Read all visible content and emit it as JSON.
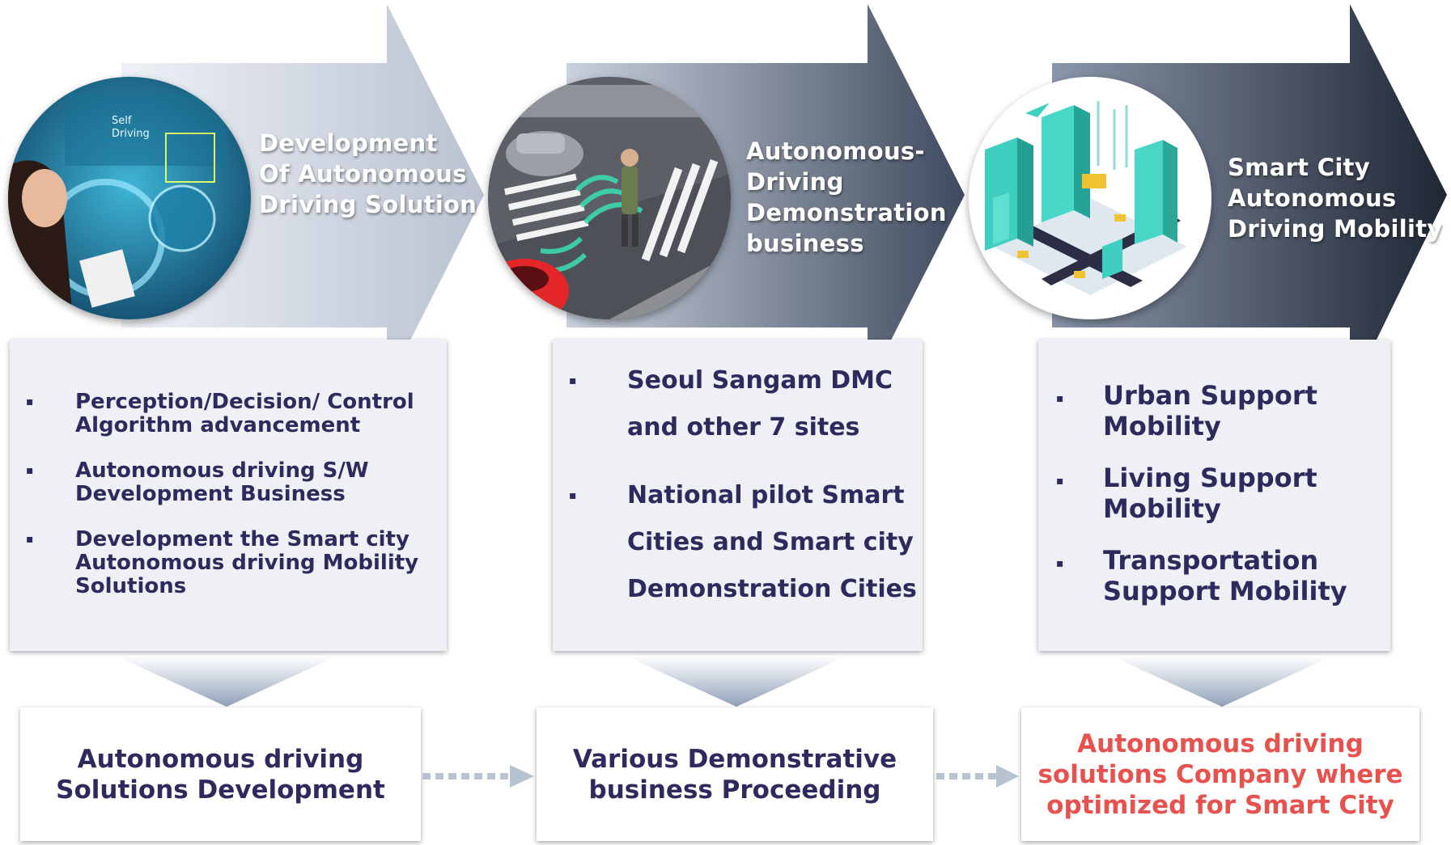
{
  "colors": {
    "text_dark": "#2e2a5e",
    "text_red": "#e8524e",
    "arrow_light": "#c9d0dc",
    "arrow_dark": "#27303f",
    "box_fill": "#eef0f5"
  },
  "stages": [
    {
      "title": [
        "Development",
        "Of Autonomous",
        "Driving Solution"
      ],
      "image_icon": "self-driving-car-interior",
      "image_text": [
        "Self",
        "Driving"
      ],
      "bullets": [
        [
          "Perception/Decision/ Control",
          "Algorithm advancement"
        ],
        [
          "Autonomous driving S/W",
          "Development Business"
        ],
        [
          "Development the Smart city",
          "Autonomous driving Mobility",
          "Solutions"
        ]
      ],
      "result": [
        "Autonomous driving",
        "Solutions Development"
      ]
    },
    {
      "title": [
        "Autonomous-",
        "Driving",
        "Demonstration",
        "business"
      ],
      "image_icon": "street-crossing-sensor",
      "bullets": [
        [
          "Seoul Sangam DMC",
          "and other 7 sites"
        ],
        [
          "National pilot Smart",
          "Cities and Smart city",
          "Demonstration Cities"
        ]
      ],
      "result": [
        "Various Demonstrative",
        "business Proceeding"
      ]
    },
    {
      "title": [
        "Smart City",
        "Autonomous",
        "Driving Mobility"
      ],
      "image_icon": "isometric-smart-city",
      "bullets": [
        [
          "Urban Support",
          "Mobility"
        ],
        [
          "Living Support",
          "Mobility"
        ],
        [
          "Transportation",
          "Support Mobility"
        ]
      ],
      "result": [
        "Autonomous driving",
        "solutions Company where",
        "optimized for Smart City"
      ]
    }
  ],
  "bullet_glyph": "▪"
}
